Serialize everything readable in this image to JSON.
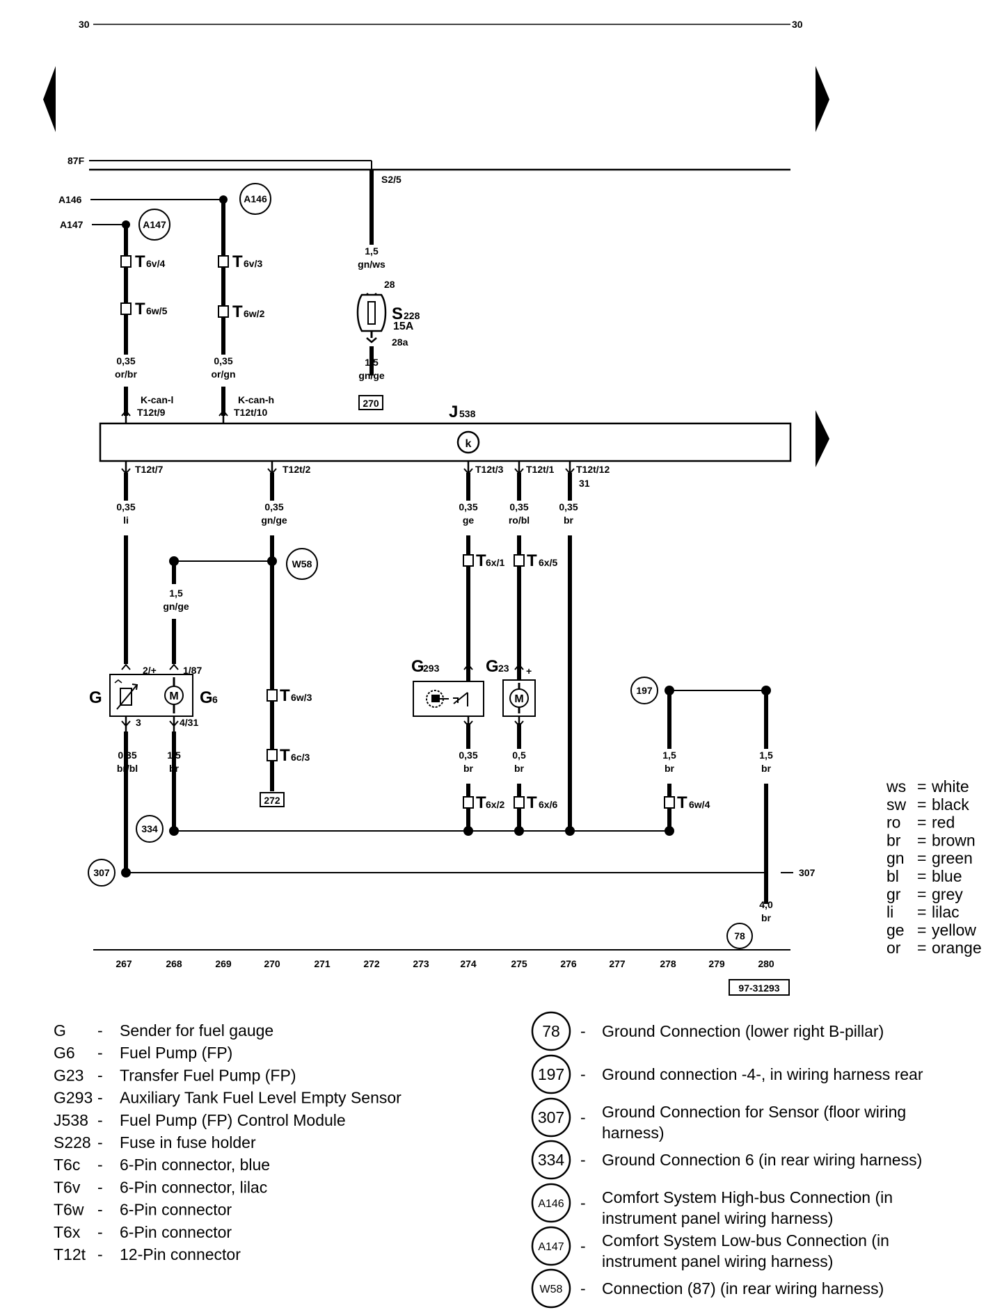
{
  "page_numbers": {
    "left": "30",
    "right": "30"
  },
  "lines": {
    "f87": "87F",
    "a146": "A146",
    "a147": "A147",
    "s25": "S2/5",
    "ref307": "307"
  },
  "circles": {
    "a147": "A147",
    "a146": "A146",
    "w58": "W58",
    "c197": "197",
    "c334": "334",
    "c307": "307",
    "c78": "78"
  },
  "connectors": {
    "t6v4": {
      "main": "T",
      "sub": "6v/4"
    },
    "t6w5": {
      "main": "T",
      "sub": "6w/5"
    },
    "t6v3": {
      "main": "T",
      "sub": "6v/3"
    },
    "t6w2": {
      "main": "T",
      "sub": "6w/2"
    },
    "t6x1": {
      "main": "T",
      "sub": "6x/1"
    },
    "t6x5": {
      "main": "T",
      "sub": "6x/5"
    },
    "t6w3": {
      "main": "T",
      "sub": "6w/3"
    },
    "t6c3": {
      "main": "T",
      "sub": "6c/3"
    },
    "t6x2": {
      "main": "T",
      "sub": "6x/2"
    },
    "t6x6": {
      "main": "T",
      "sub": "6x/6"
    },
    "t6w4": {
      "main": "T",
      "sub": "6w/4"
    }
  },
  "wires": {
    "w1": {
      "size": "0,35",
      "color": "or/br"
    },
    "w2": {
      "size": "0,35",
      "color": "or/gn"
    },
    "w3": {
      "size": "1,5",
      "color": "gn/ws"
    },
    "w4": {
      "size": "1,5",
      "color": "gn/ge"
    },
    "w5": {
      "size": "0,35",
      "color": "li"
    },
    "w6": {
      "size": "0,35",
      "color": "gn/ge"
    },
    "w7": {
      "size": "0,35",
      "color": "ge"
    },
    "w8": {
      "size": "0,35",
      "color": "ro/bl"
    },
    "w9": {
      "size": "0,35",
      "color": "br"
    },
    "w10": {
      "size": "1,5",
      "color": "gn/ge"
    },
    "w11": {
      "size": "0,35",
      "color": "br/bl"
    },
    "w12": {
      "size": "1,5",
      "color": "br"
    },
    "w13": {
      "size": "0,35",
      "color": "br"
    },
    "w14": {
      "size": "0,5",
      "color": "br"
    },
    "w15": {
      "size": "1,5",
      "color": "br"
    },
    "w16": {
      "size": "1,5",
      "color": "br"
    },
    "w17": {
      "size": "4,0",
      "color": "br"
    }
  },
  "fuse": {
    "name": "S",
    "sub": "228",
    "rating": "15A",
    "pin_top": "28",
    "pin_bottom": "28a"
  },
  "module": {
    "name": "J",
    "sub": "538",
    "symbol": "k"
  },
  "pins": {
    "kcanl": "K-can-l",
    "t12t9": "T12t/9",
    "kcanh": "K-can-h",
    "t12t10": "T12t/10",
    "t12t7": "T12t/7",
    "t12t2": "T12t/2",
    "t12t3": "T12t/3",
    "t12t1": "T12t/1",
    "t12t12": "T12t/12",
    "p31": "31",
    "p2": "2/+",
    "p187": "1/87",
    "p3": "3",
    "p431": "4/31",
    "plus": "+"
  },
  "refboxes": {
    "r270": "270",
    "r272": "272"
  },
  "components": {
    "g": "G",
    "g6": {
      "main": "G",
      "sub": "6"
    },
    "g293": {
      "main": "G",
      "sub": "293"
    },
    "g23": {
      "main": "G",
      "sub": "23"
    },
    "motor": "M"
  },
  "scale": [
    "267",
    "268",
    "269",
    "270",
    "271",
    "272",
    "273",
    "274",
    "275",
    "276",
    "277",
    "278",
    "279",
    "280"
  ],
  "figure_id": "97-31293",
  "color_legend": [
    {
      "code": "ws",
      "eq": "=",
      "name": "white"
    },
    {
      "code": "sw",
      "eq": "=",
      "name": "black"
    },
    {
      "code": "ro",
      "eq": "=",
      "name": "red"
    },
    {
      "code": "br",
      "eq": "=",
      "name": "brown"
    },
    {
      "code": "gn",
      "eq": "=",
      "name": "green"
    },
    {
      "code": "bl",
      "eq": "=",
      "name": "blue"
    },
    {
      "code": "gr",
      "eq": "=",
      "name": "grey"
    },
    {
      "code": "li",
      "eq": "=",
      "name": "lilac"
    },
    {
      "code": "ge",
      "eq": "=",
      "name": "yellow"
    },
    {
      "code": "or",
      "eq": "=",
      "name": "orange"
    }
  ],
  "component_legend": [
    {
      "code": "G",
      "dash": "-",
      "desc": "Sender for fuel gauge"
    },
    {
      "code": "G6",
      "dash": "-",
      "desc": "Fuel Pump (FP)"
    },
    {
      "code": "G23",
      "dash": "-",
      "desc": "Transfer Fuel Pump (FP)"
    },
    {
      "code": "G293",
      "dash": "-",
      "desc": "Auxiliary Tank Fuel Level Empty Sensor"
    },
    {
      "code": "J538",
      "dash": "-",
      "desc": "Fuel Pump (FP) Control Module"
    },
    {
      "code": "S228",
      "dash": "-",
      "desc": "Fuse in fuse holder"
    },
    {
      "code": "T6c",
      "dash": "-",
      "desc": "6-Pin connector, blue"
    },
    {
      "code": "T6v",
      "dash": "-",
      "desc": "6-Pin connector, lilac"
    },
    {
      "code": "T6w",
      "dash": "-",
      "desc": "6-Pin connector"
    },
    {
      "code": "T6x",
      "dash": "-",
      "desc": "6-Pin connector"
    },
    {
      "code": "T12t",
      "dash": "-",
      "desc": "12-Pin connector"
    }
  ],
  "ground_legend": [
    {
      "code": "78",
      "dash": "-",
      "lines": [
        "Ground Connection (lower right B-pillar)"
      ]
    },
    {
      "code": "197",
      "dash": "-",
      "lines": [
        "Ground connection -4-, in wiring harness rear"
      ]
    },
    {
      "code": "307",
      "dash": "-",
      "lines": [
        "Ground Connection for Sensor (floor wiring",
        "harness)"
      ]
    },
    {
      "code": "334",
      "dash": "-",
      "lines": [
        "Ground Connection 6 (in rear wiring harness)"
      ]
    },
    {
      "code": "A146",
      "dash": "-",
      "lines": [
        "Comfort System High-bus Connection (in",
        "instrument panel wiring harness)"
      ]
    },
    {
      "code": "A147",
      "dash": "-",
      "lines": [
        "Comfort System Low-bus Connection (in",
        "instrument panel wiring harness)"
      ]
    },
    {
      "code": "W58",
      "dash": "-",
      "lines": [
        "Connection (87) (in rear wiring harness)"
      ]
    }
  ]
}
